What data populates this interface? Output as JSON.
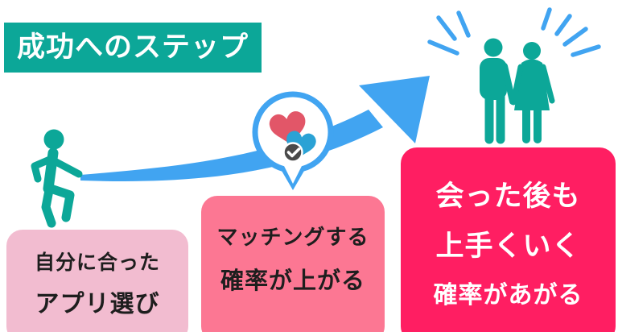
{
  "title_badge": {
    "label": "成功へのステップ"
  },
  "steps": [
    {
      "name": "step-1-choose-app",
      "lines": [
        "自分に合った",
        "アプリ選び"
      ]
    },
    {
      "name": "step-2-matching",
      "lines": [
        "マッチングする",
        "確率が上がる"
      ]
    },
    {
      "name": "step-3-after-meet",
      "lines": [
        "会った後も",
        "上手くいく",
        "確率があがる"
      ]
    }
  ],
  "icons": {
    "walker": "walking-person-icon",
    "growth_arrow": "rising-arrow-icon",
    "hearts_bubble": "hearts-match-bubble-icon",
    "check": "check-icon",
    "couple": "couple-icon",
    "sparkles": "sparkle-rays-icon"
  },
  "colors": {
    "teal": "#0CA798",
    "blue": "#41A4F1",
    "light_pink": "#F2BCD0",
    "mid_pink": "#FC7793",
    "crimson": "#FF1E62",
    "heart_red": "#E25668",
    "heart_blue": "#2AA2D5",
    "check_gray": "#4A4A4A",
    "text_dark": "#1E1E1E",
    "text_light": "#FFFFFF"
  }
}
